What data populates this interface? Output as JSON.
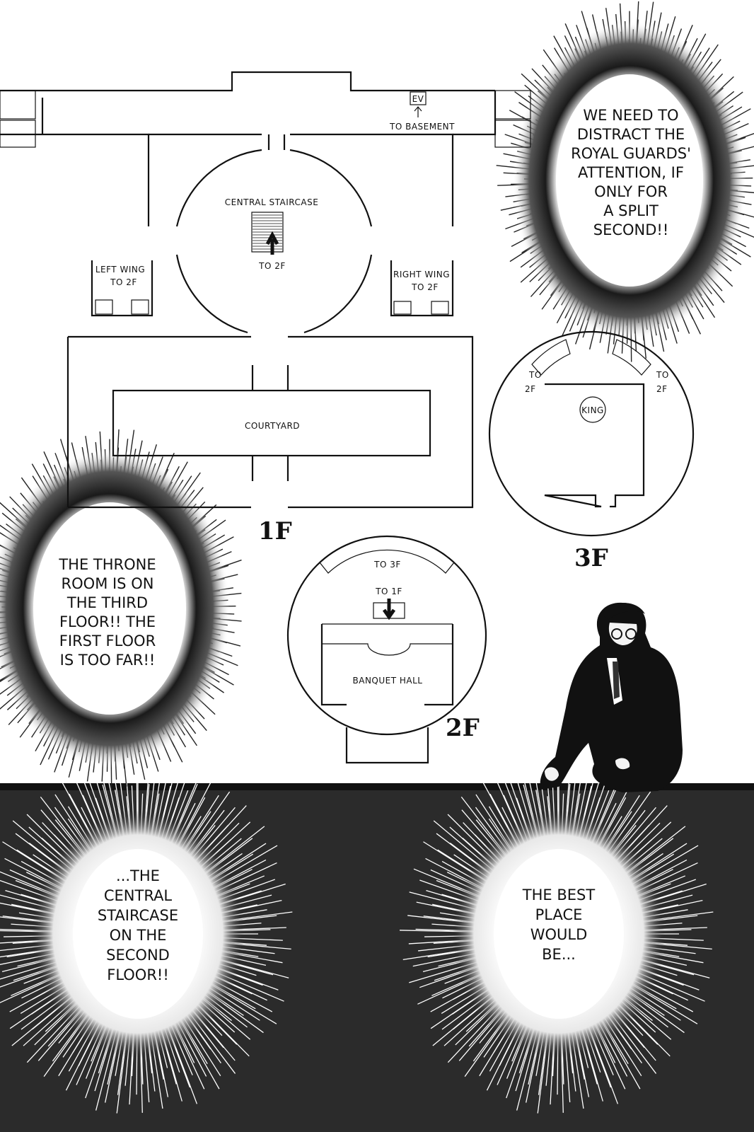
{
  "floor_plan": {
    "first_floor": {
      "label": "1F",
      "elevator": "EV",
      "to_basement": "TO BASEMENT",
      "central_staircase": "CENTRAL STAIRCASE",
      "central_to": "TO 2F",
      "left_wing": [
        "LEFT WING",
        "TO 2F"
      ],
      "right_wing": [
        "RIGHT WING",
        "TO 2F"
      ],
      "courtyard": "COURTYARD"
    },
    "second_floor": {
      "label": "2F",
      "to_3f": "TO 3F",
      "to_1f": "TO 1F",
      "banquet_hall": "BANQUET HALL"
    },
    "third_floor": {
      "label": "3F",
      "to_2f_left": [
        "TO",
        "2F"
      ],
      "to_2f_right": [
        "TO",
        "2F"
      ],
      "king": "KING"
    }
  },
  "speech_bubbles": {
    "top_right": [
      "WE NEED TO",
      "DISTRACT THE",
      "ROYAL GUARDS'",
      "ATTENTION, IF",
      "ONLY FOR",
      "A SPLIT",
      "SECOND!!"
    ],
    "mid_left": [
      "THE THRONE",
      "ROOM IS ON",
      "THE THIRD",
      "FLOOR!! THE",
      "FIRST FLOOR",
      "IS TOO FAR!!"
    ],
    "bottom_left": [
      "...THE",
      "CENTRAL",
      "STAIRCASE",
      "ON THE",
      "SECOND",
      "FLOOR!!"
    ],
    "bottom_right": [
      "THE BEST",
      "PLACE",
      "WOULD",
      "BE..."
    ]
  }
}
